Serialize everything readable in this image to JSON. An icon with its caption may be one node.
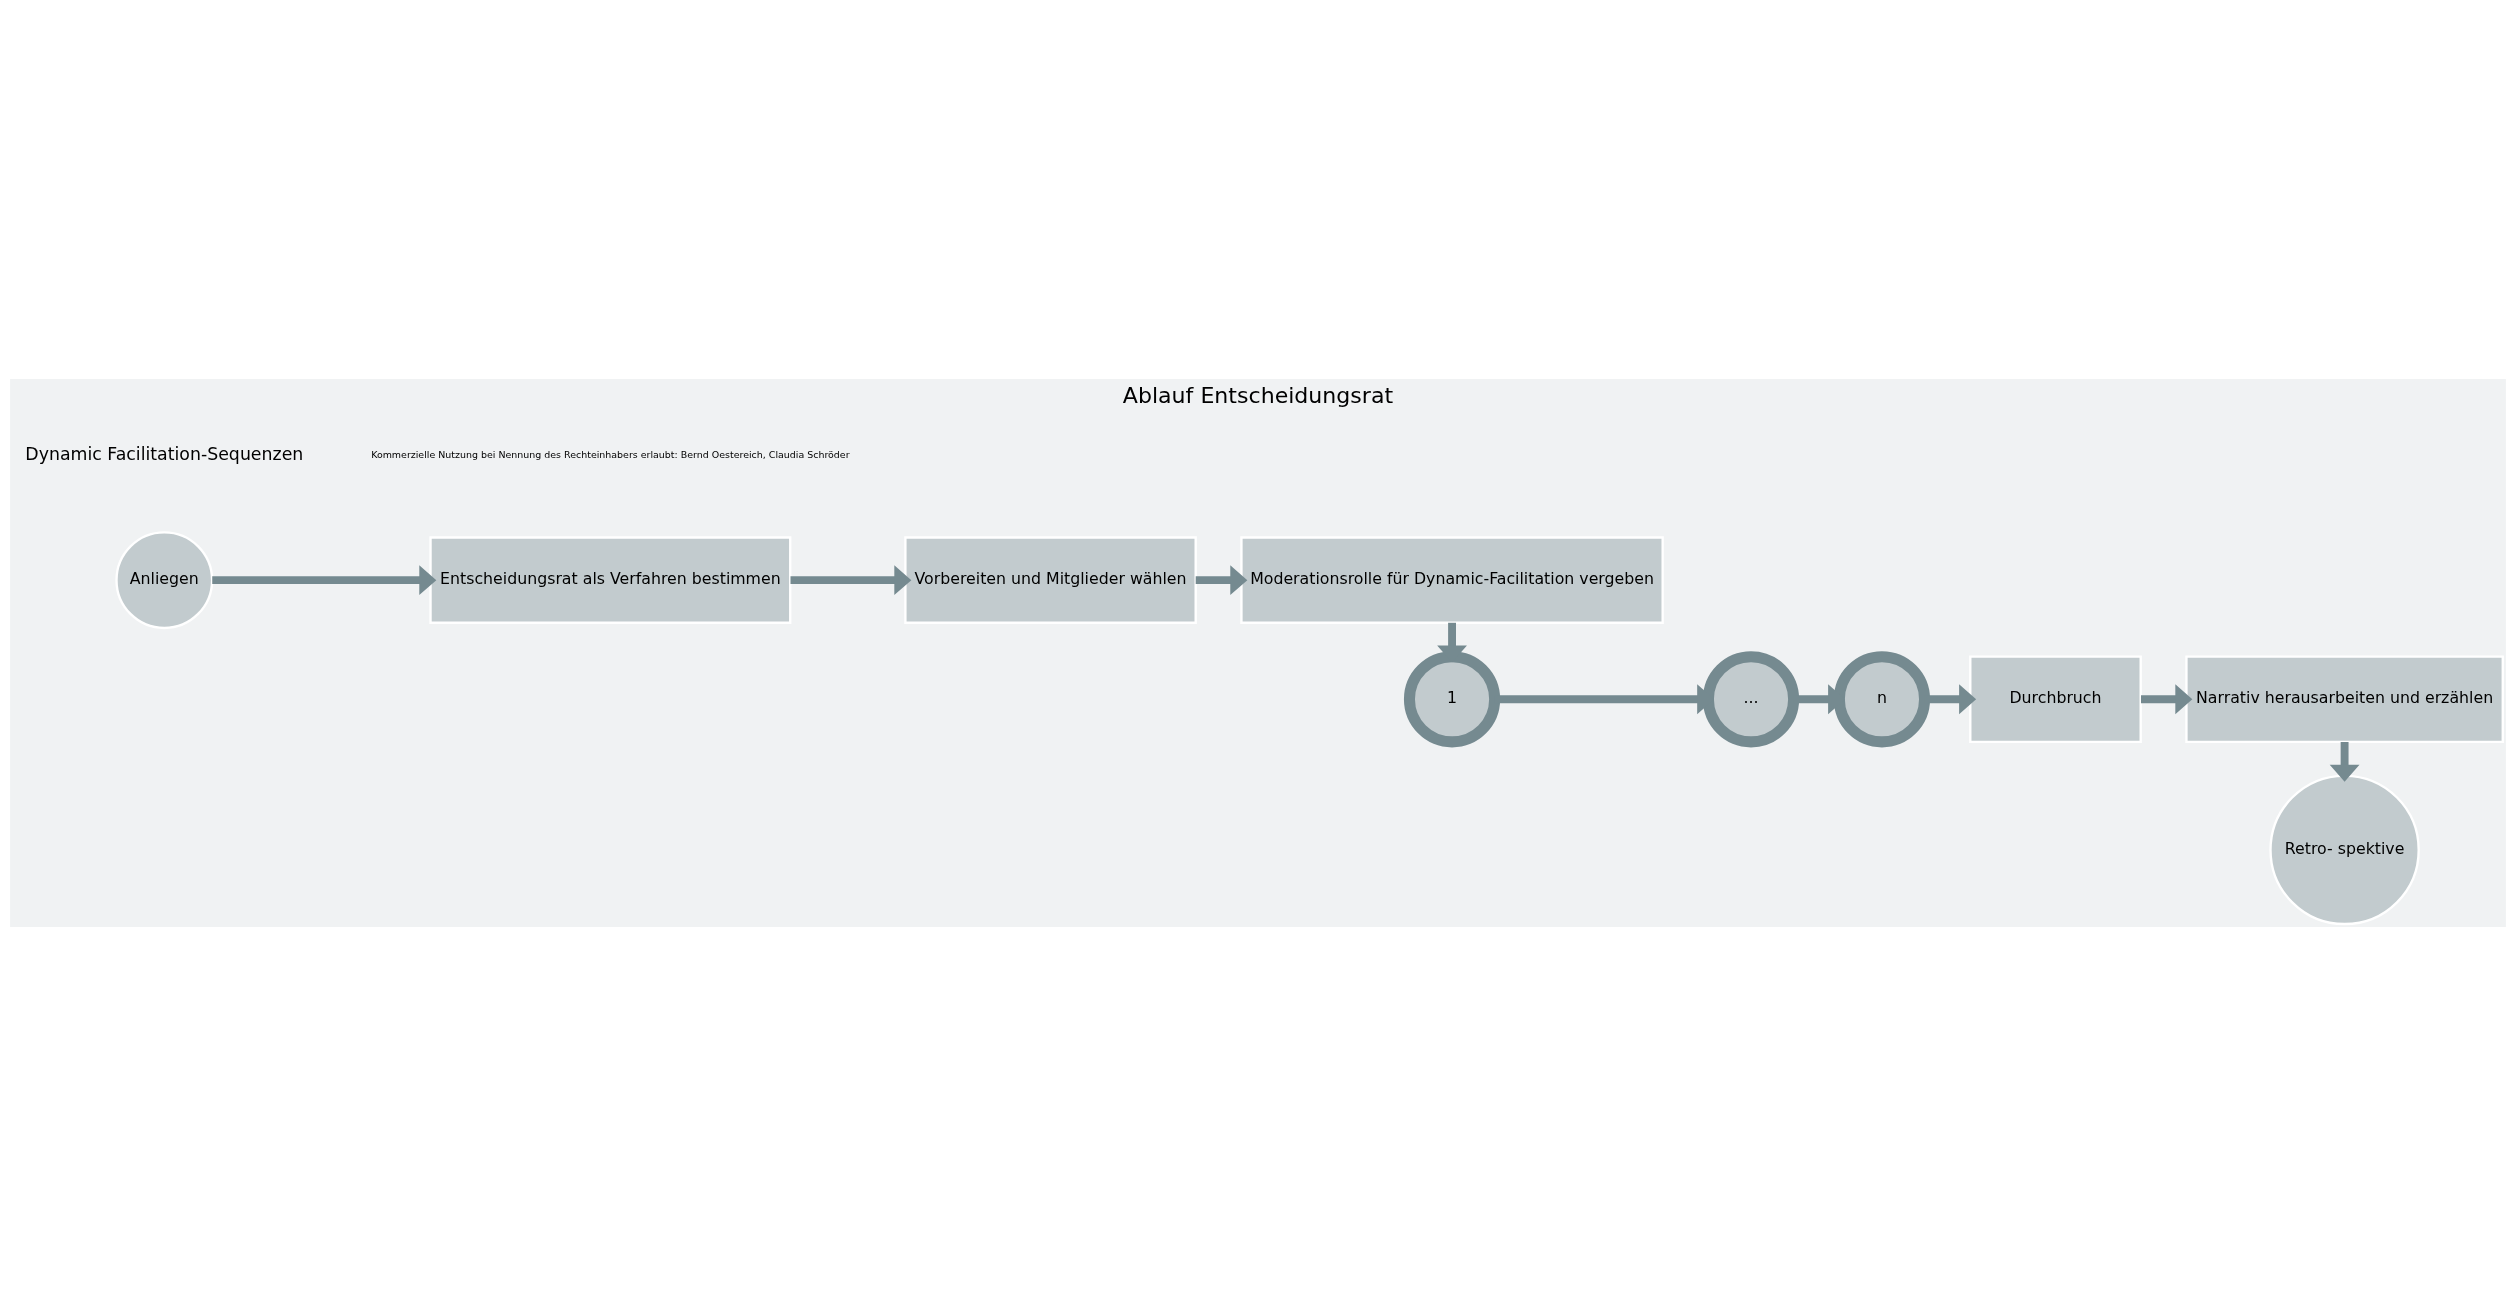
{
  "diagram": {
    "title": "Ablauf Entscheidungsrat",
    "nodes": [
      {
        "text": [
          "Retro- spektive"
        ]
      },
      {
        "text": [
          "Anliegen"
        ]
      },
      {
        "text": [
          "Entscheidungsrat als Verfahren bestimmen"
        ]
      },
      {
        "text": [
          "Vorbereiten und Mitglieder wählen"
        ]
      },
      {
        "text": [
          "Narrativ herausarbeiten und erzählen"
        ]
      },
      {
        "text": [
          "Moderationsrolle für Dynamic-Facilitation vergeben"
        ]
      },
      {
        "text": [
          "n"
        ]
      },
      {
        "text": [
          "..."
        ]
      },
      {
        "text": [
          "1"
        ]
      },
      {
        "text": [
          "Durchbruch"
        ]
      }
    ],
    "edges": [
      {
        "from": 1,
        "to": 2,
        "arrow": "to"
      },
      {
        "from": 2,
        "to": 3,
        "arrow": "to"
      },
      {
        "from": 3,
        "to": 5,
        "arrow": "to"
      },
      {
        "from": 5,
        "to": 8,
        "arrow": "to"
      },
      {
        "from": 8,
        "to": 7,
        "arrow": "to"
      },
      {
        "from": 7,
        "to": 6,
        "arrow": "to"
      },
      {
        "from": 6,
        "to": 9,
        "arrow": "to"
      },
      {
        "from": 9,
        "to": 4,
        "arrow": "to"
      },
      {
        "from": 4,
        "to": 0,
        "arrow": "to"
      }
    ],
    "labels": [
      "Dynamic Facilitation-Sequenzen",
      "Kommerzielle Nutzung bei Nennung des Rechteinhabers erlaubt: Bernd Oestereich, Claudia Schröder"
    ]
  }
}
